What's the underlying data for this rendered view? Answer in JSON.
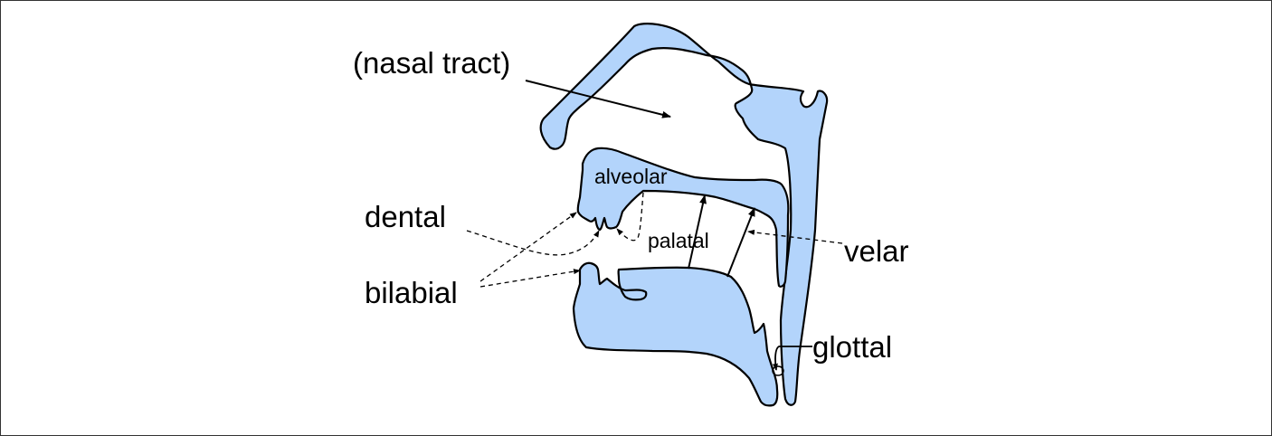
{
  "labels": {
    "nasal_tract": "(nasal tract)",
    "dental": "dental",
    "bilabial": "bilabial",
    "alveolar": "alveolar",
    "palatal": "palatal",
    "velar": "velar",
    "glottal": "glottal"
  },
  "colors": {
    "tissue": "#b3d4fb",
    "outline": "#000000"
  }
}
